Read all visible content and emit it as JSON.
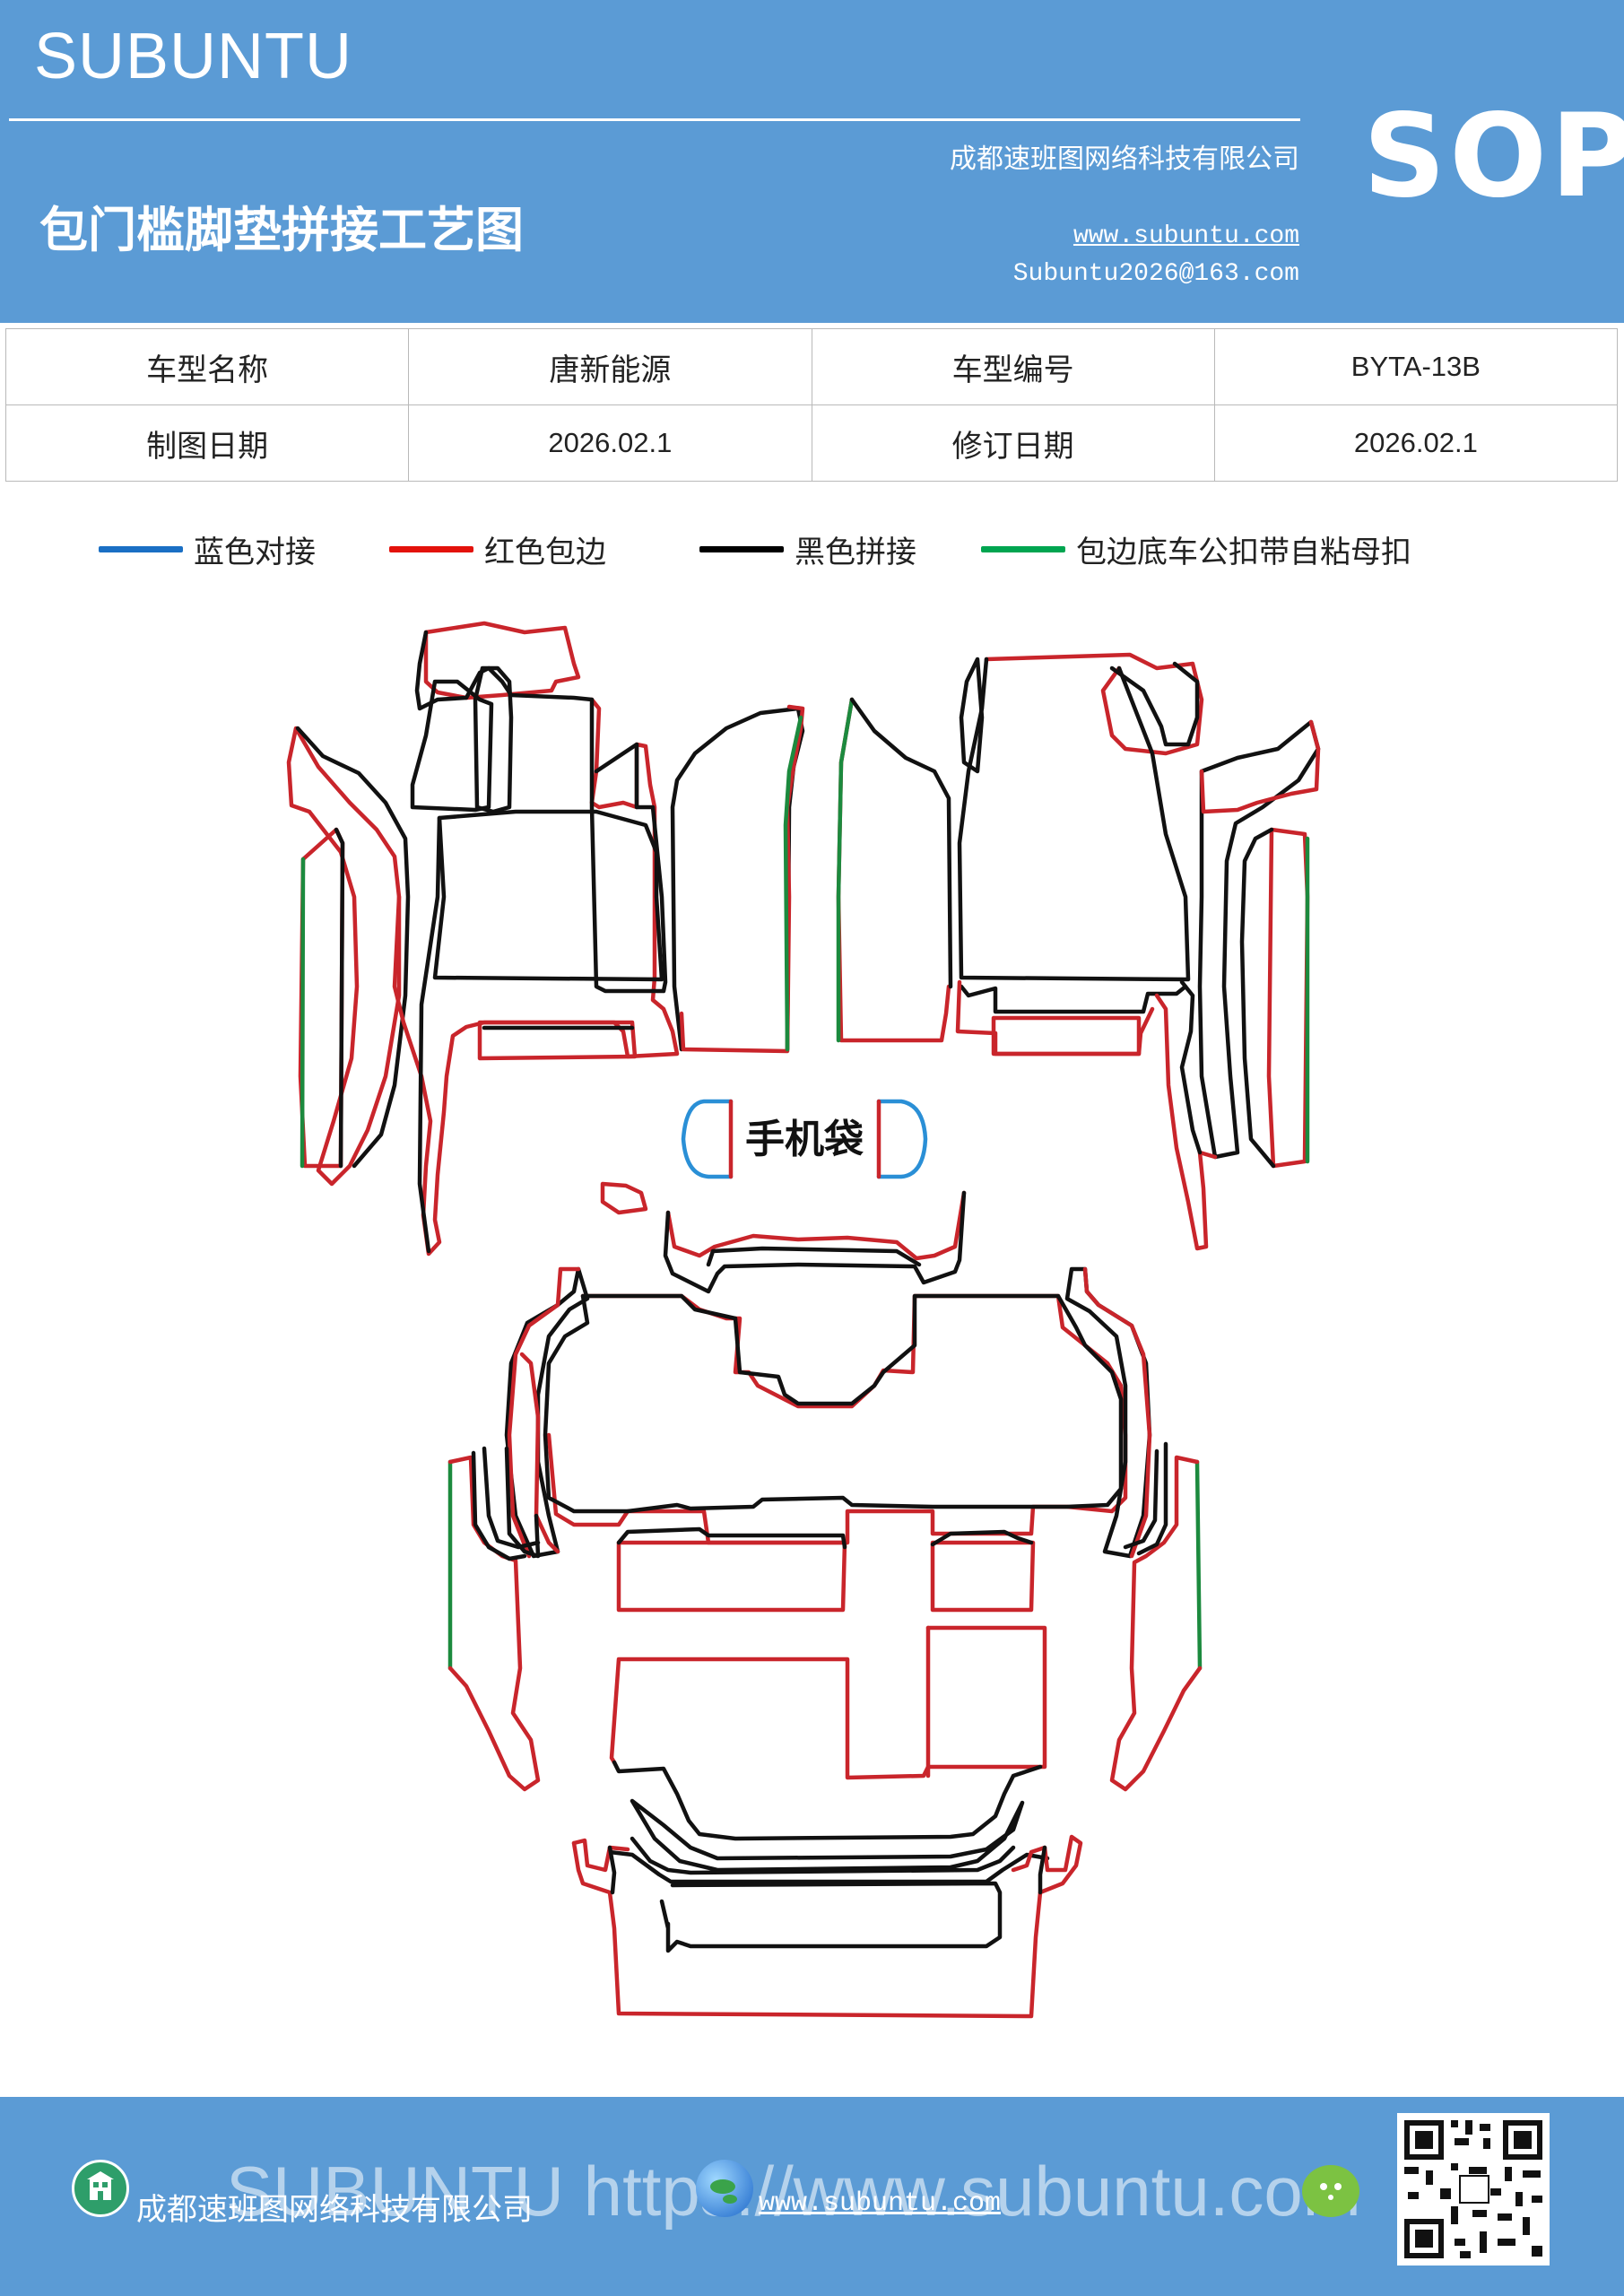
{
  "header": {
    "brand": "SUBUNTU",
    "doc_title": "包门槛脚垫拼接工艺图",
    "company": "成都速班图网络科技有限公司",
    "url": "www.subuntu.com",
    "email": "Subuntu2026@163.com",
    "badge": "SOP",
    "background_color": "#5b9bd5"
  },
  "info_table": {
    "rows": [
      [
        "车型名称",
        "唐新能源",
        "车型编号",
        "BYTA-13B"
      ],
      [
        "制图日期",
        "2026.02.1",
        "修订日期",
        "2026.02.1"
      ]
    ]
  },
  "legend": [
    {
      "label": "蓝色对接",
      "color": "#1a6fc4"
    },
    {
      "label": "红色包边",
      "color": "#e3120b"
    },
    {
      "label": "黑色拼接",
      "color": "#000000"
    },
    {
      "label": "包边底车公扣带自粘母扣",
      "color": "#00a550"
    }
  ],
  "drawing": {
    "phone_pocket_label": "手机袋",
    "colors": {
      "outline_red": "#c9252b",
      "outline_black": "#111111",
      "outline_green": "#1c8a3e",
      "outline_blue": "#2a8fd6"
    }
  },
  "footer": {
    "company": "成都速班图网络科技有限公司",
    "url": "www.subuntu.com",
    "watermark": "SUBUNTU https://www.subuntu.com",
    "icons": [
      "building-icon",
      "globe-icon",
      "wechat-icon"
    ]
  }
}
